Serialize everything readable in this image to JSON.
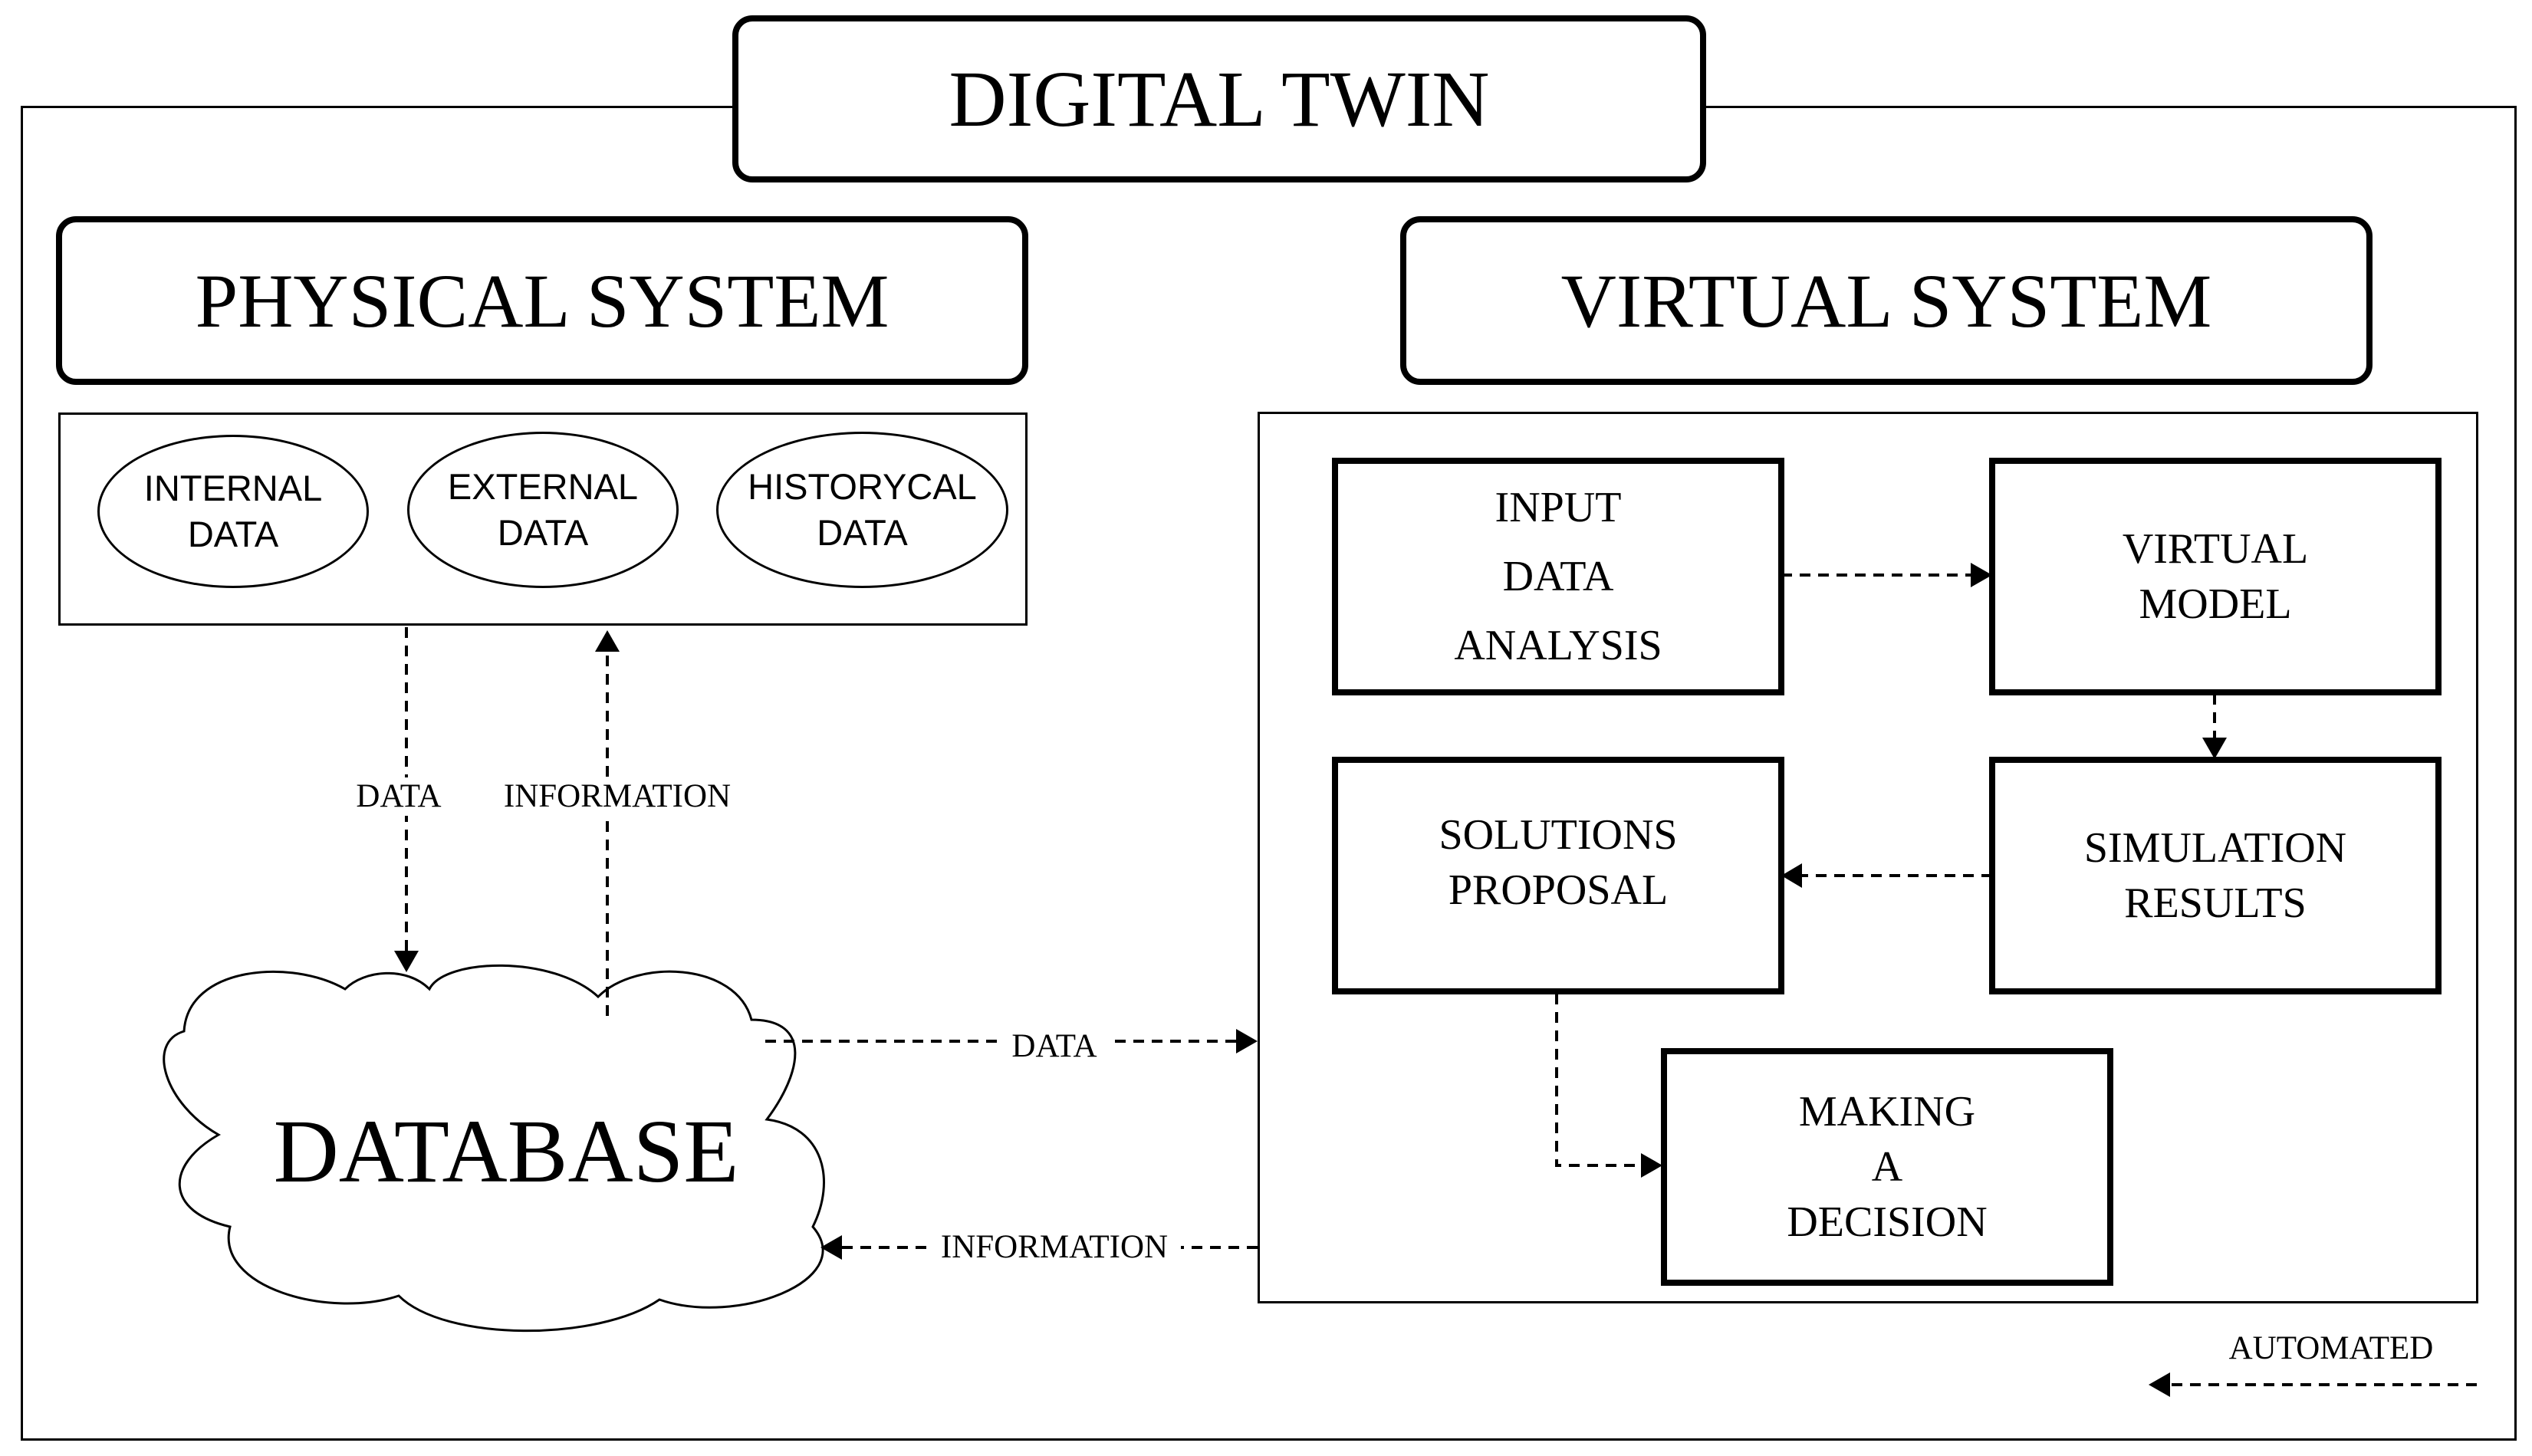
{
  "title": "DIGITAL TWIN",
  "physical": {
    "heading": "PHYSICAL SYSTEM",
    "sources": [
      {
        "line1": "INTERNAL",
        "line2": "DATA"
      },
      {
        "line1": "EXTERNAL",
        "line2": "DATA"
      },
      {
        "line1": "HISTORYCAL",
        "line2": "DATA"
      }
    ]
  },
  "virtual": {
    "heading": "VIRTUAL SYSTEM",
    "input": {
      "line1": "INPUT",
      "line2": "DATA",
      "line3": "ANALYSIS"
    },
    "model": {
      "line1": "VIRTUAL",
      "line2": "MODEL"
    },
    "simulation": {
      "line1": "SIMULATION",
      "line2": "RESULTS"
    },
    "solutions": {
      "line1": "SOLUTIONS",
      "line2": "PROPOSAL"
    },
    "decision": {
      "line1": "MAKING",
      "line2": "A",
      "line3": "DECISION"
    }
  },
  "database": {
    "label": "DATABASE"
  },
  "flows": {
    "data_down": "DATA",
    "information_up": "INFORMATION",
    "data_right": "DATA",
    "information_left": "INFORMATION"
  },
  "legend": {
    "automated": "AUTOMATED"
  }
}
